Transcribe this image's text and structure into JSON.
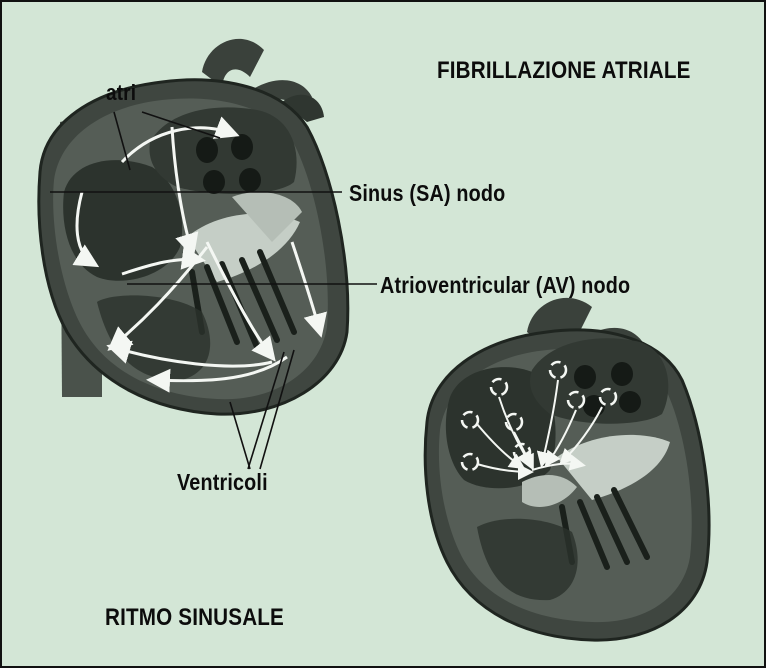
{
  "labels": {
    "atria": "atri",
    "af_title": "FIBRILLAZIONE ATRIALE",
    "sa_node": "Sinus (SA) nodo",
    "av_node": "Atrioventricular (AV) nodo",
    "ventricles": "Ventricoli",
    "sinus_rhythm": "RITMO SINUSALE"
  },
  "colors": {
    "background": "#d3e6d6",
    "heart_wall": "#3f4640",
    "heart_dark": "#1f2520",
    "heart_light": "#c5cec6",
    "signal": "#f4f7f3",
    "text": "#0c0c0c"
  }
}
